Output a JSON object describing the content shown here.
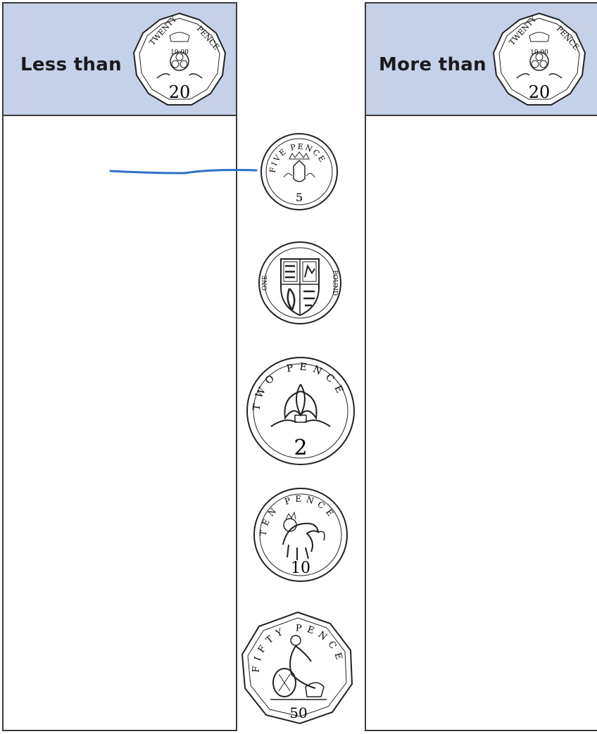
{
  "left_panel": {
    "label": "Less than",
    "header_coin": {
      "word_top_left": "TWENTY",
      "word_top_right": "PENCE",
      "year": "19 90",
      "value": "20"
    }
  },
  "right_panel": {
    "label": "More than",
    "header_coin": {
      "word_top_left": "TWENTY",
      "word_top_right": "PENCE",
      "year": "19 90",
      "value": "20"
    }
  },
  "coins": [
    {
      "id": "five-pence",
      "text": "FIVE PENCE",
      "value": "5"
    },
    {
      "id": "one-pound",
      "word_left": "ONE",
      "word_right": "POUND"
    },
    {
      "id": "two-pence",
      "text": "TWO PENCE",
      "value": "2"
    },
    {
      "id": "ten-pence",
      "text": "TEN PENCE",
      "value": "10"
    },
    {
      "id": "fifty-pence",
      "text": "FIFTY PENCE",
      "value": "50"
    }
  ],
  "colors": {
    "header_bg": "#c5d1e8",
    "border": "#3a3a3a",
    "drawn_line": "#2f6fc4",
    "coin_ink": "#222222"
  }
}
